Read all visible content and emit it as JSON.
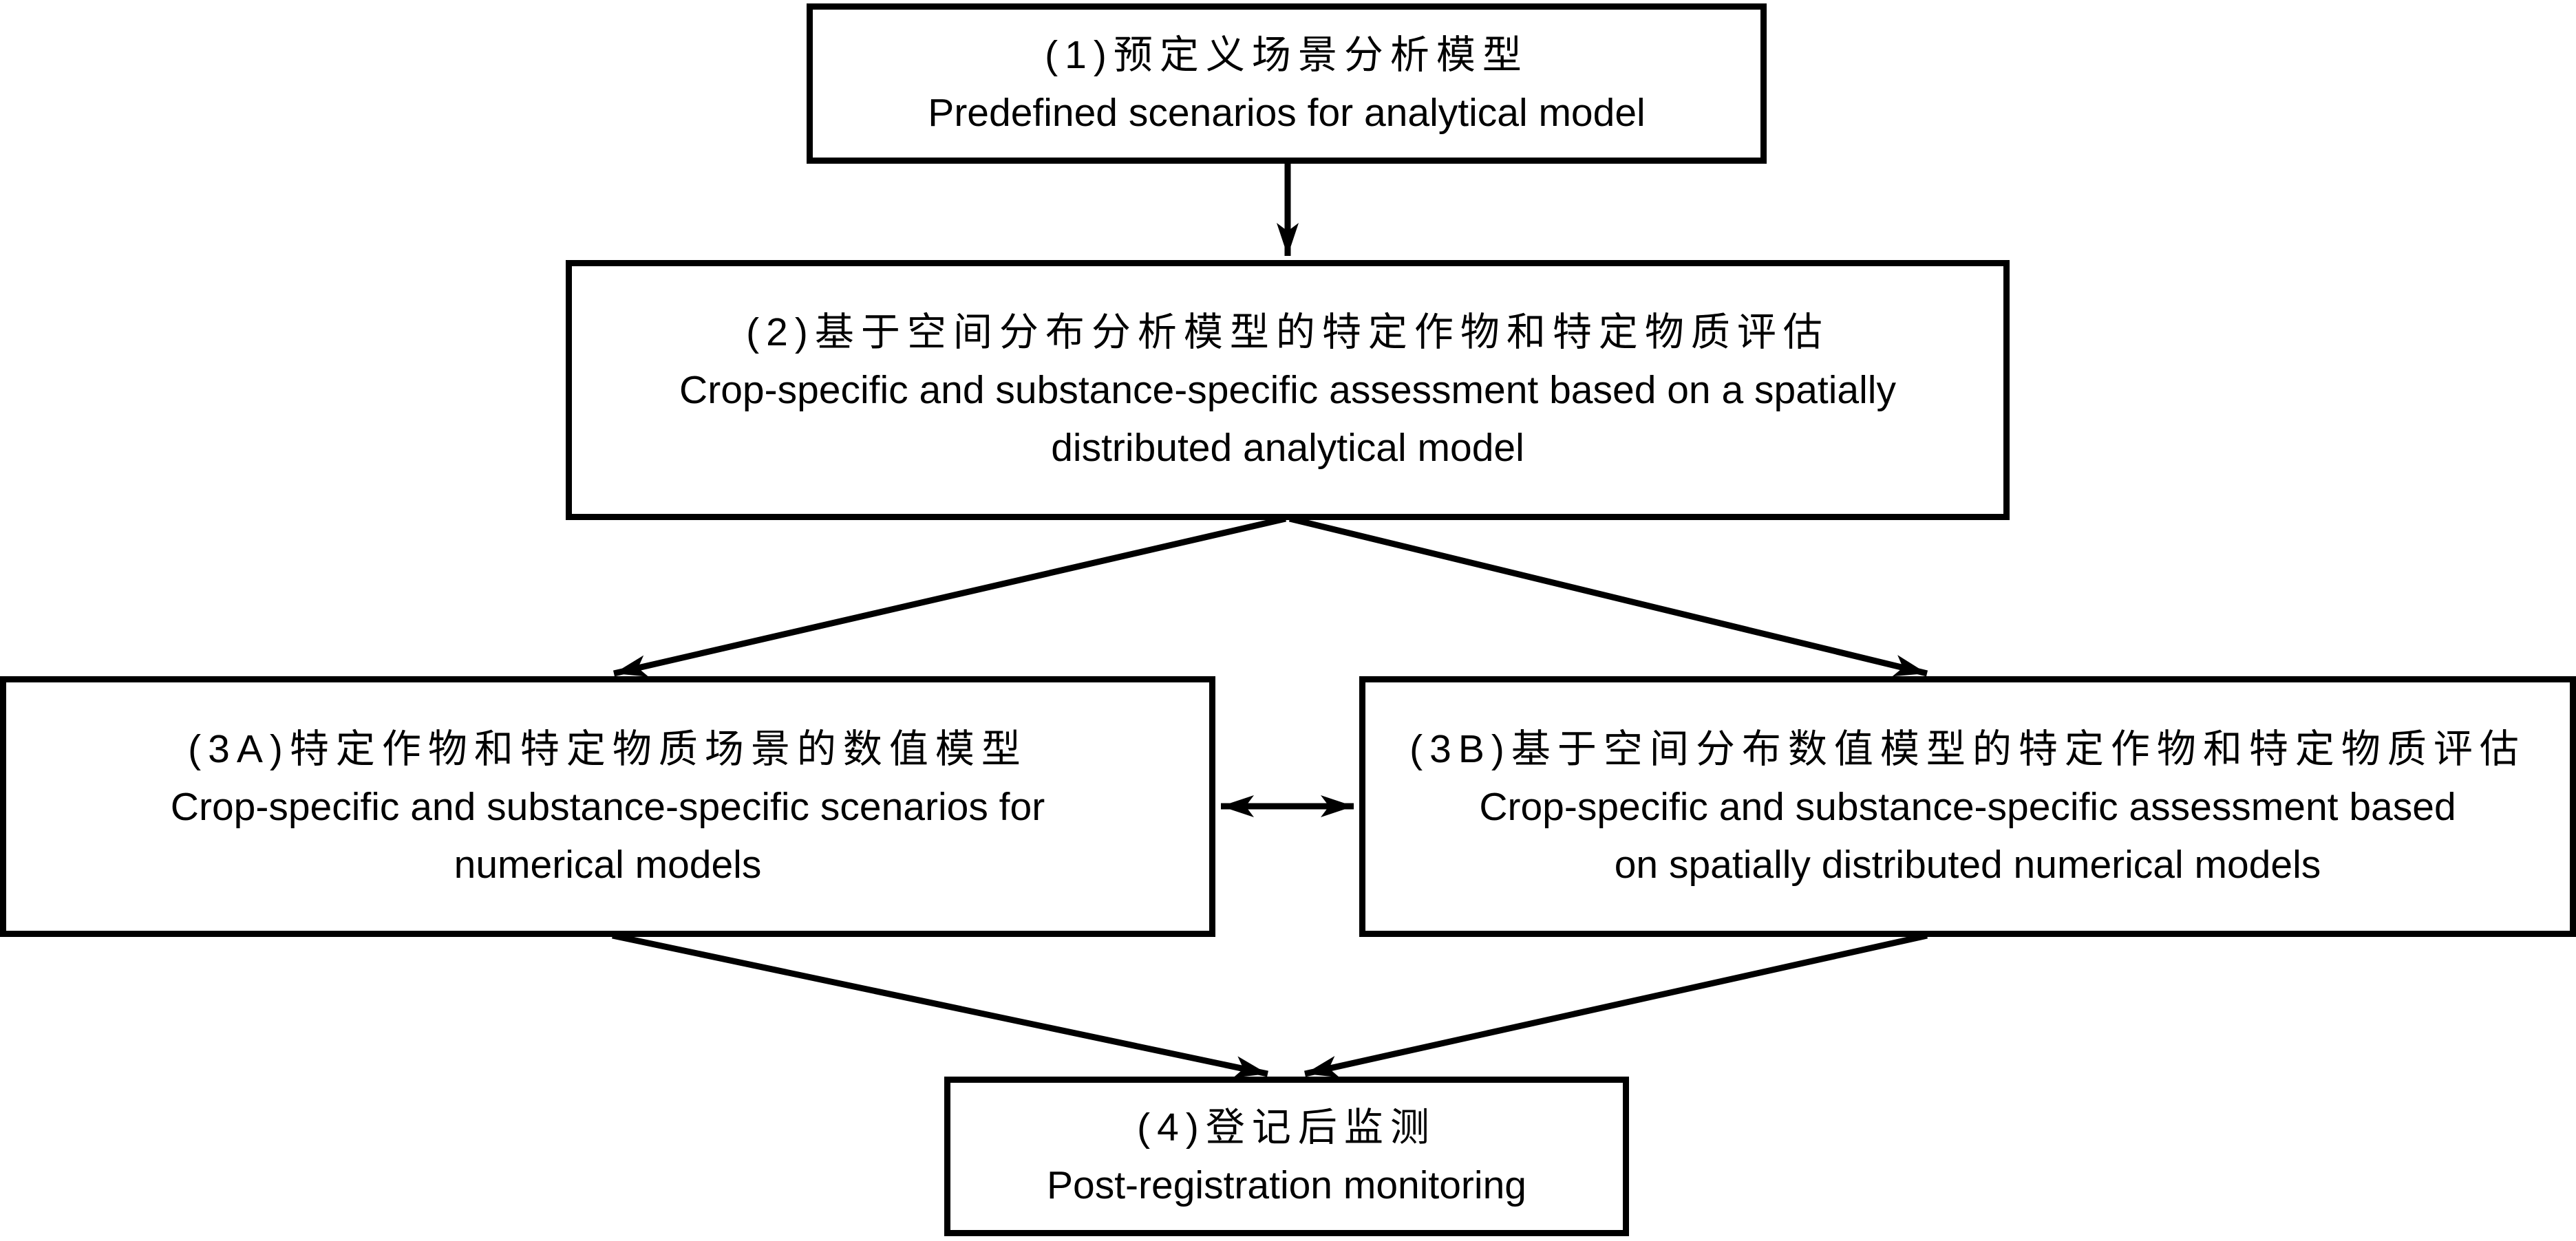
{
  "diagram": {
    "type": "flowchart",
    "background": "#ffffff",
    "line_color": "#000000",
    "boxes": [
      {
        "id": "1",
        "zh": "(1)预定义场景分析模型",
        "en_lines": [
          "Predefined scenarios for analytical model"
        ]
      },
      {
        "id": "2",
        "zh": "(2)基于空间分布分析模型的特定作物和特定物质评估",
        "en_lines": [
          "Crop-specific and substance-specific assessment based on a spatially",
          "distributed analytical model"
        ]
      },
      {
        "id": "3A",
        "zh": "(3A)特定作物和特定物质场景的数值模型",
        "en_lines": [
          "Crop-specific and substance-specific scenarios for",
          "numerical models"
        ]
      },
      {
        "id": "3B",
        "zh": "(3B)基于空间分布数值模型的特定作物和特定物质评估",
        "en_lines": [
          "Crop-specific and substance-specific assessment based",
          "on spatially distributed numerical models"
        ]
      },
      {
        "id": "4",
        "zh": "(4)登记后监测",
        "en_lines": [
          "Post-registration monitoring"
        ]
      }
    ],
    "connections": [
      {
        "from": "1",
        "to": "2",
        "style": "arrow"
      },
      {
        "from": "2",
        "to": "3A",
        "style": "arrow"
      },
      {
        "from": "2",
        "to": "3B",
        "style": "arrow"
      },
      {
        "from": "3A",
        "to": "3B",
        "style": "double-arrow"
      },
      {
        "from": "3A",
        "to": "4",
        "style": "arrow"
      },
      {
        "from": "3B",
        "to": "4",
        "style": "arrow"
      }
    ]
  }
}
